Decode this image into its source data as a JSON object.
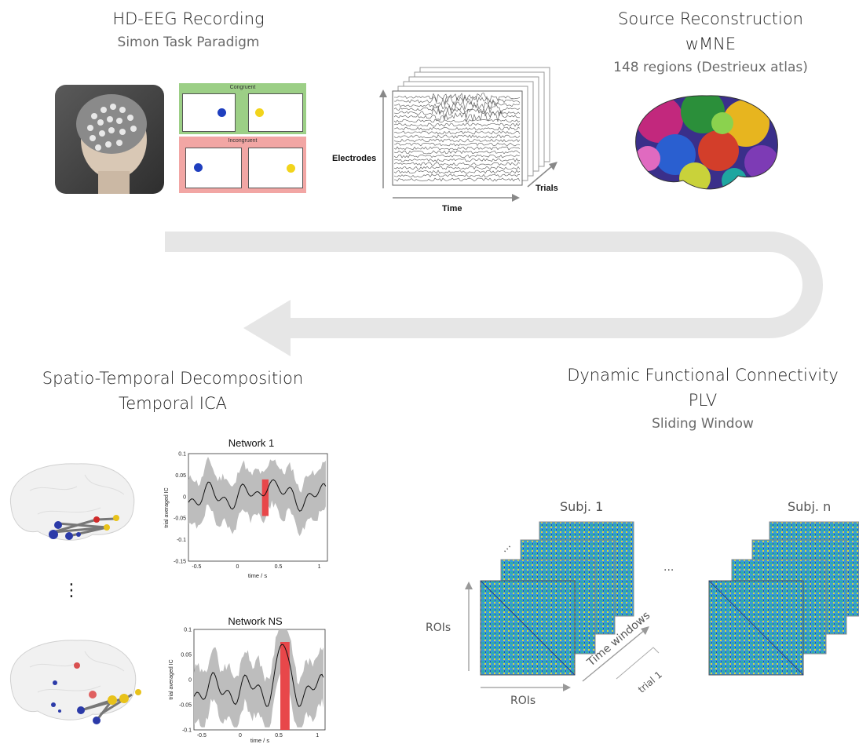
{
  "section_eeg": {
    "title": "HD-EEG Recording",
    "subtitle": "Simon Task Paradigm"
  },
  "paradigm": {
    "congruent_label": "Congruent",
    "incongruent_label": "Incongruent"
  },
  "eeg_plot": {
    "y_label": "Electrodes",
    "x_label": "Time",
    "z_label": "Trials"
  },
  "section_source": {
    "title": "Source Reconstruction",
    "method": "wMNE",
    "detail": "148 regions (Destrieux atlas)"
  },
  "section_dfc": {
    "title": "Dynamic Functional Connectivity",
    "method": "PLV",
    "detail": "Sliding Window"
  },
  "section_ica": {
    "title": "Spatio-Temporal Decomposition",
    "method": "Temporal ICA"
  },
  "matrices": {
    "subj1_label": "Subj. 1",
    "subjn_label": "Subj. n",
    "rois_y": "ROIs",
    "rois_x": "ROIs",
    "time_windows": "Time windows",
    "trial1": "trial 1",
    "ellipsis_stack": "...",
    "ellipsis_between": "..."
  },
  "networks": [
    {
      "title": "Network 1",
      "ylabel": "trial averaged IC",
      "xlabel": "time / s",
      "yticks": [
        "0.1",
        "0.05",
        "0",
        "-0.05",
        "-0.1",
        "-0.15"
      ],
      "xticks": [
        "-0.5",
        "0",
        "0.5",
        "1"
      ]
    },
    {
      "title": "Network NS",
      "ylabel": "trial averaged IC",
      "xlabel": "time / s",
      "yticks": [
        "0.1",
        "0.05",
        "0",
        "-0.05",
        "-0.1"
      ],
      "xticks": [
        "-0.5",
        "0",
        "0.5",
        "1"
      ]
    }
  ],
  "vertical_ellipsis": "⋮",
  "colors": {
    "arrow": "#e6e6e6",
    "congruent": "#9ccf86",
    "incongruent": "#f2a6a4",
    "blue_dot": "#1f3fbf",
    "yellow_dot": "#f2d41b",
    "highlight": "#e8474a",
    "band": "#bdbdbd",
    "matrix": "#3a9ad9"
  }
}
